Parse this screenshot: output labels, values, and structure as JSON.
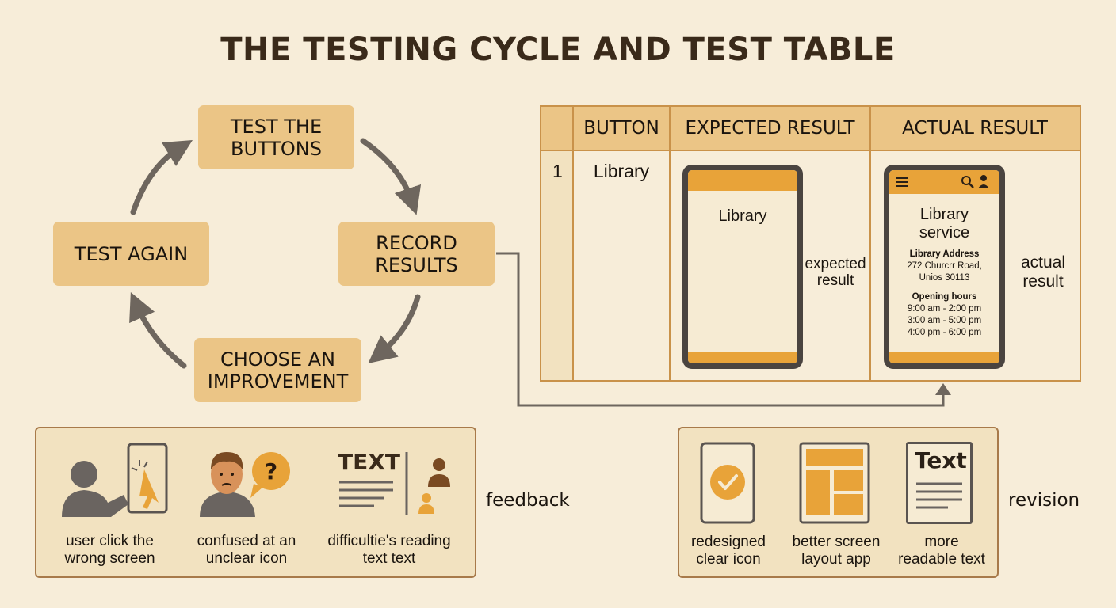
{
  "title": "THE TESTING CYCLE AND TEST TABLE",
  "cycle": {
    "test_buttons": "TEST THE\nBUTTONS",
    "record_results": "RECORD\nRESULTS",
    "choose_improvement": "CHOOSE AN\nIMPROVEMENT",
    "test_again": "TEST AGAIN"
  },
  "table": {
    "headers": [
      "BUTTON",
      "EXPECTED RESULT",
      "ACTUAL RESULT"
    ],
    "row": {
      "number": "1",
      "button": "Library",
      "expected_screen_text": "Library",
      "expected_label": "expected\nresult",
      "actual_label": "actual\nresult",
      "actual_screen": {
        "title": "Library\nservice",
        "address_heading": "Library Address",
        "address_lines": "272 Churcrr Road,\nUnios 30113",
        "hours_heading": "Opening hours",
        "hours_lines": "9:00 am - 2:00 pm\n3:00 am - 5:00 pm\n4:00 pm - 6:00 pm"
      }
    }
  },
  "feedback": {
    "label": "feedback",
    "items": [
      {
        "caption": "user click the\nwrong screen",
        "icon": "user-tapping-screen-icon"
      },
      {
        "caption": "confused at an\nunclear icon",
        "icon": "confused-person-icon"
      },
      {
        "caption": "difficultie's reading\ntext text",
        "icon": "text-reading-icon",
        "icon_text": "TEXT"
      }
    ]
  },
  "revision": {
    "label": "revision",
    "items": [
      {
        "caption": "redesigned\nclear icon",
        "icon": "check-icon"
      },
      {
        "caption": "better screen\nlayout app",
        "icon": "layout-icon"
      },
      {
        "caption": "more\nreadable text",
        "icon": "document-icon",
        "icon_text": "Text"
      }
    ]
  },
  "colors": {
    "background": "#f7edd9",
    "box": "#ebc586",
    "accent": "#e8a339",
    "border": "#c9924a",
    "arrow": "#6e665e"
  }
}
